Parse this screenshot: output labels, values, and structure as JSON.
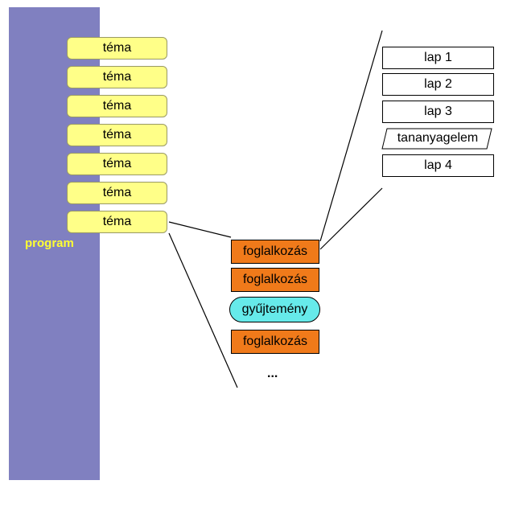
{
  "program": {
    "label": "program"
  },
  "temak": [
    {
      "label": "téma"
    },
    {
      "label": "téma"
    },
    {
      "label": "téma"
    },
    {
      "label": "téma"
    },
    {
      "label": "téma"
    },
    {
      "label": "téma"
    },
    {
      "label": "téma"
    }
  ],
  "foglalkozasok": {
    "item1": "foglalkozás",
    "item2": "foglalkozás",
    "gyujtemeny": "gyűjtemény",
    "item3": "foglalkozás",
    "ellipsis": "..."
  },
  "lapok": {
    "lap1": "lap 1",
    "lap2": "lap 2",
    "lap3": "lap 3",
    "tananyagelem": "tananyagelem",
    "lap4": "lap 4"
  },
  "colors": {
    "program_bar": "#8080c0",
    "program_label": "#ffff33",
    "tema_fill": "#ffff88",
    "foglalkozas_fill": "#f07a1a",
    "gyujtemeny_fill": "#66eaea",
    "lap_fill": "#ffffff"
  }
}
